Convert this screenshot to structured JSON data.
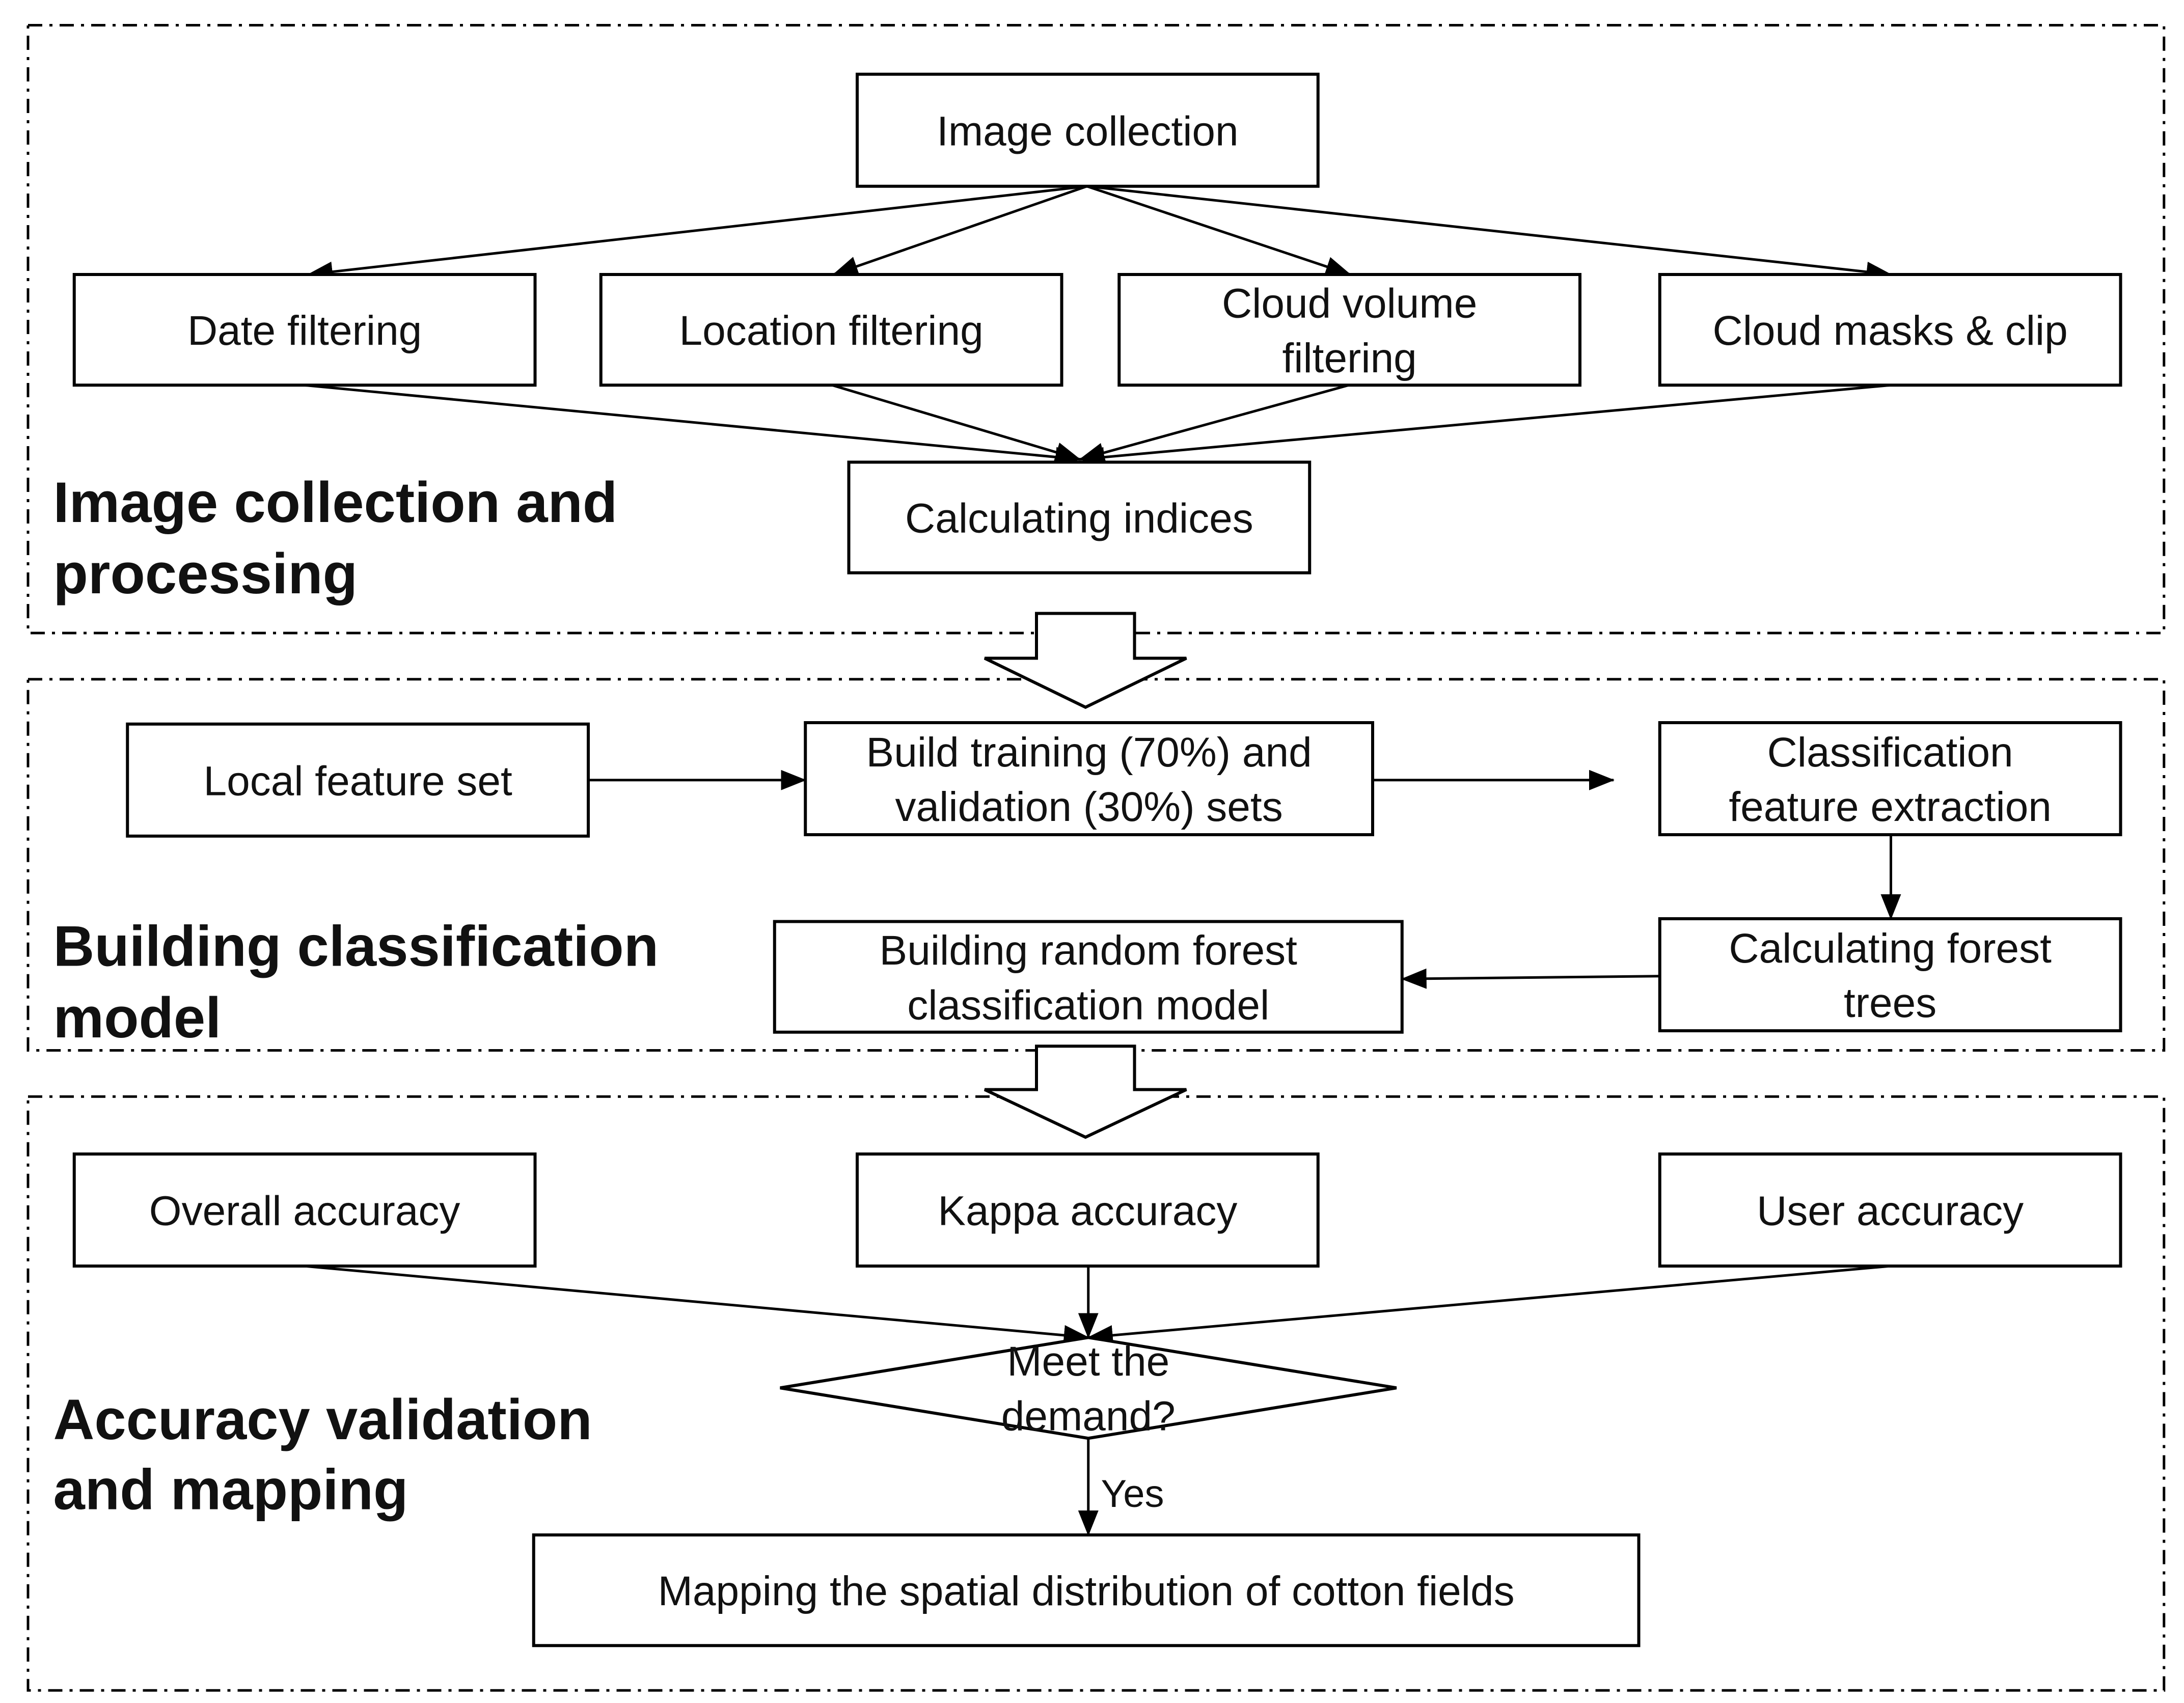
{
  "diagram": {
    "sections": [
      {
        "id": "sec1",
        "title_lines": [
          "Image collection and",
          "processing"
        ]
      },
      {
        "id": "sec2",
        "title_lines": [
          "Building classification",
          "model"
        ]
      },
      {
        "id": "sec3",
        "title_lines": [
          "Accuracy validation",
          "and mapping"
        ]
      }
    ],
    "nodes": [
      {
        "id": "image-collection",
        "shape": "rect",
        "lines": [
          "Image collection"
        ]
      },
      {
        "id": "date-filtering",
        "shape": "rect",
        "lines": [
          "Date filtering"
        ]
      },
      {
        "id": "location-filtering",
        "shape": "rect",
        "lines": [
          "Location filtering"
        ]
      },
      {
        "id": "cloud-volume-filtering",
        "shape": "rect",
        "lines": [
          "Cloud volume",
          "filtering"
        ]
      },
      {
        "id": "cloud-masks-clip",
        "shape": "rect",
        "lines": [
          "Cloud masks & clip"
        ]
      },
      {
        "id": "calculating-indices",
        "shape": "rect",
        "lines": [
          "Calculating indices"
        ]
      },
      {
        "id": "local-feature-set",
        "shape": "rect",
        "lines": [
          "Local feature set"
        ]
      },
      {
        "id": "build-training-validation",
        "shape": "rect",
        "lines": [
          "Build training (70%) and",
          "validation (30%) sets"
        ]
      },
      {
        "id": "classification-feature-extraction",
        "shape": "rect",
        "lines": [
          "Classification",
          "feature extraction"
        ]
      },
      {
        "id": "calculating-forest-trees",
        "shape": "rect",
        "lines": [
          "Calculating forest",
          "trees"
        ]
      },
      {
        "id": "building-rf-model",
        "shape": "rect",
        "lines": [
          "Building random forest",
          "classification model"
        ]
      },
      {
        "id": "overall-accuracy",
        "shape": "rect",
        "lines": [
          "Overall accuracy"
        ]
      },
      {
        "id": "kappa-accuracy",
        "shape": "rect",
        "lines": [
          "Kappa accuracy"
        ]
      },
      {
        "id": "user-accuracy",
        "shape": "rect",
        "lines": [
          "User accuracy"
        ]
      },
      {
        "id": "meet-the-demand",
        "shape": "diamond",
        "lines": [
          "Meet the",
          "demand?"
        ]
      },
      {
        "id": "mapping-cotton-fields",
        "shape": "rect",
        "lines": [
          "Mapping the spatial distribution of cotton fields"
        ]
      }
    ],
    "edges": [
      {
        "from": "image-collection",
        "to": "date-filtering",
        "label": ""
      },
      {
        "from": "image-collection",
        "to": "location-filtering",
        "label": ""
      },
      {
        "from": "image-collection",
        "to": "cloud-volume-filtering",
        "label": ""
      },
      {
        "from": "image-collection",
        "to": "cloud-masks-clip",
        "label": ""
      },
      {
        "from": "date-filtering",
        "to": "calculating-indices",
        "label": ""
      },
      {
        "from": "location-filtering",
        "to": "calculating-indices",
        "label": ""
      },
      {
        "from": "cloud-volume-filtering",
        "to": "calculating-indices",
        "label": ""
      },
      {
        "from": "cloud-masks-clip",
        "to": "calculating-indices",
        "label": ""
      },
      {
        "from": "local-feature-set",
        "to": "build-training-validation",
        "label": ""
      },
      {
        "from": "build-training-validation",
        "to": "classification-feature-extraction",
        "label": ""
      },
      {
        "from": "classification-feature-extraction",
        "to": "calculating-forest-trees",
        "label": ""
      },
      {
        "from": "calculating-forest-trees",
        "to": "building-rf-model",
        "label": ""
      },
      {
        "from": "overall-accuracy",
        "to": "meet-the-demand",
        "label": ""
      },
      {
        "from": "kappa-accuracy",
        "to": "meet-the-demand",
        "label": ""
      },
      {
        "from": "user-accuracy",
        "to": "meet-the-demand",
        "label": ""
      },
      {
        "from": "meet-the-demand",
        "to": "mapping-cotton-fields",
        "label": "Yes"
      }
    ],
    "transitions": [
      {
        "from": "sec1",
        "to": "sec2"
      },
      {
        "from": "sec2",
        "to": "sec3"
      }
    ]
  }
}
